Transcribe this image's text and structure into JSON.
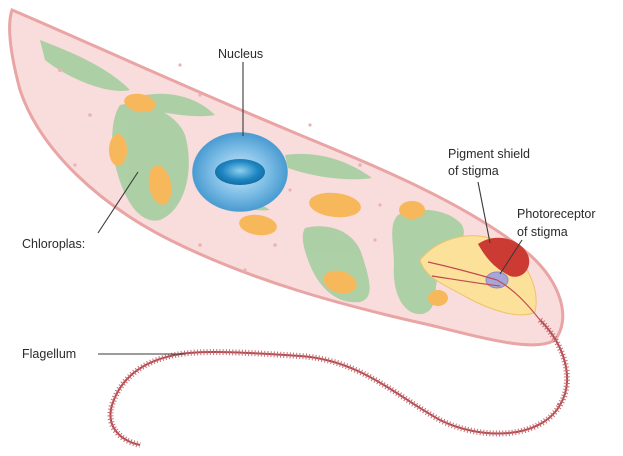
{
  "labels": {
    "nucleus": "Nucleus",
    "pigment_shield_line1": "Pigment shield",
    "pigment_shield_line2": "of stigma",
    "photoreceptor_line1": "Photoreceptor",
    "photoreceptor_line2": "of stigma",
    "chloroplast": "Chloroplas:",
    "flagellum": "Flagellum"
  },
  "colors": {
    "cell_fill": "#f9dcdc",
    "cell_outline": "#e9a4a4",
    "chloroplast": "#a9cfa3",
    "starch_granule": "#f7b85c",
    "nucleus_outer": "#5aa7d8",
    "nucleus_inner": "#1f7fba",
    "pigment_shield": "#cc3b33",
    "photoreceptor": "#a7a6d8",
    "reservoir": "#fbe19a",
    "flagellum": "#b0484e"
  }
}
